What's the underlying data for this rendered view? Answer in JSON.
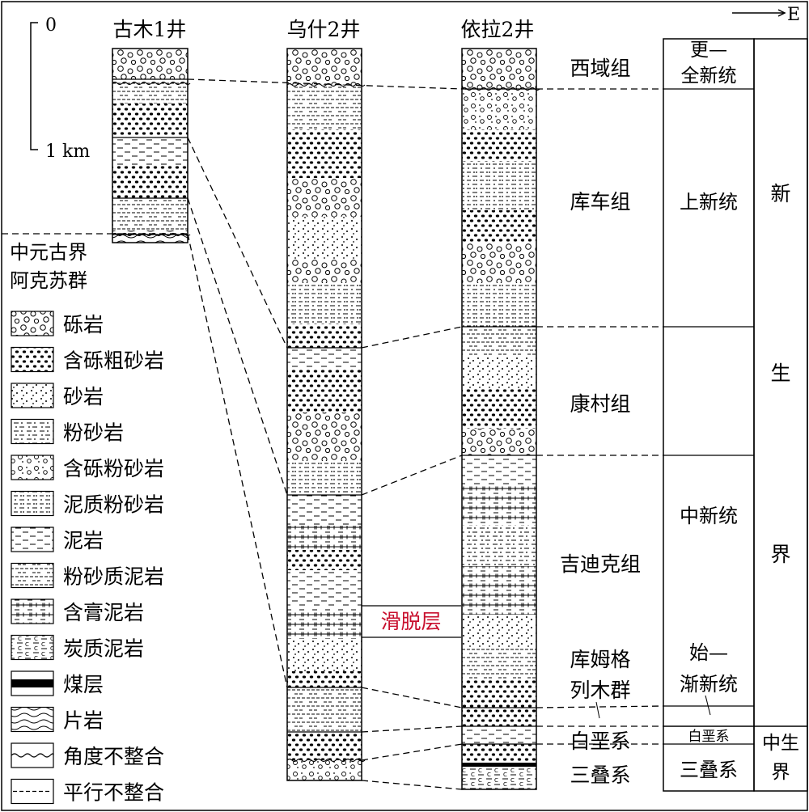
{
  "scale": {
    "zero": "0",
    "km": "1 km"
  },
  "compass": {
    "east": "E"
  },
  "wells": [
    "古木1井",
    "乌什2井",
    "依拉2井"
  ],
  "region": {
    "line1": "中元古界",
    "line2": "阿克苏群"
  },
  "legend": [
    {
      "key": "conglomerate",
      "label": "砾岩"
    },
    {
      "key": "gravel-coarse-sandstone",
      "label": "含砾粗砂岩"
    },
    {
      "key": "sandstone",
      "label": "砂岩"
    },
    {
      "key": "siltstone",
      "label": "粉砂岩"
    },
    {
      "key": "gravel-siltstone",
      "label": "含砾粉砂岩"
    },
    {
      "key": "muddy-siltstone",
      "label": "泥质粉砂岩"
    },
    {
      "key": "mudstone",
      "label": "泥岩"
    },
    {
      "key": "silty-mudstone",
      "label": "粉砂质泥岩"
    },
    {
      "key": "gypsum-mudstone",
      "label": "含膏泥岩"
    },
    {
      "key": "carbonaceous-mudstone",
      "label": "炭质泥岩"
    },
    {
      "key": "coal",
      "label": "煤层"
    },
    {
      "key": "schist",
      "label": "片岩"
    },
    {
      "key": "angular-unconformity",
      "label": "角度不整合"
    },
    {
      "key": "parallel-unconformity",
      "label": "平行不整合"
    }
  ],
  "formations": [
    {
      "line1": "西域组"
    },
    {
      "line1": "库车组"
    },
    {
      "line1": "康村组"
    },
    {
      "line1": "吉迪克组"
    },
    {
      "line1": "库姆格",
      "line2": "列木群"
    },
    {
      "line1": "白垩系"
    },
    {
      "line1": "三叠系"
    }
  ],
  "detachment": "滑脱层",
  "series": [
    {
      "line1": "更—",
      "line2": "全新统"
    },
    {
      "line1": "上新统"
    },
    {
      "line1": "中新统"
    },
    {
      "line1": "始—",
      "line2": "渐新统"
    },
    {
      "line1": "白垩系"
    },
    {
      "line1": "三叠系"
    }
  ],
  "erathem": {
    "cenozoic": [
      "新",
      "生",
      "界"
    ],
    "mesozoic": {
      "line1": "中生",
      "line2": "界"
    }
  },
  "colors": {
    "ink": "#000000",
    "detachment": "#c8102e",
    "background": "#ffffff"
  }
}
